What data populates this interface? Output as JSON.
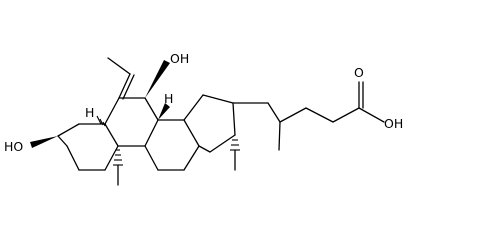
{
  "molecule": {
    "labels": {
      "oh_top": "OH",
      "oh_left": "HO",
      "acid_oh": "OH",
      "acid_o": "O",
      "h_5": "H",
      "h_8": "H",
      "h_9": "H",
      "h_14": "H"
    },
    "colors": {
      "ink": "#000000",
      "background": "#ffffff"
    }
  }
}
